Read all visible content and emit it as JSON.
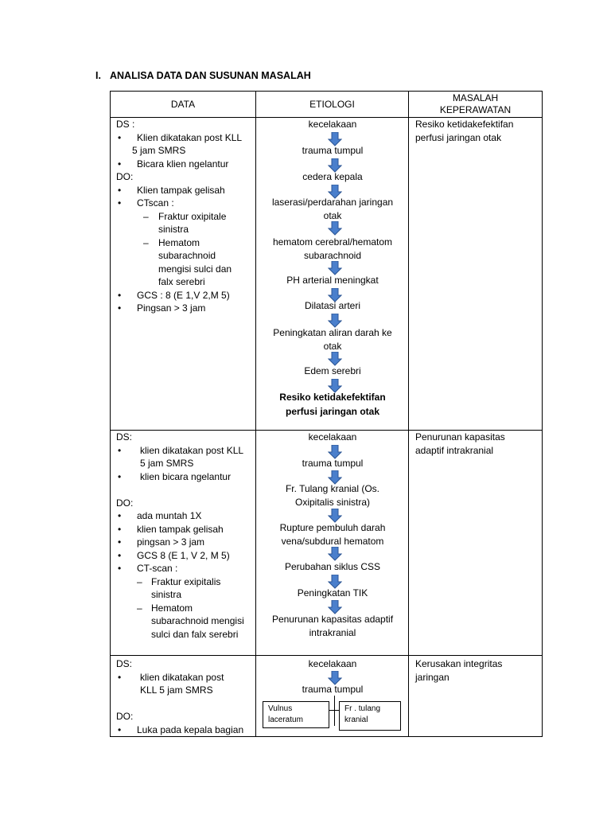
{
  "heading": {
    "number": "I.",
    "title": "ANALISA DATA DAN SUSUNAN MASALAH"
  },
  "table": {
    "headers": {
      "data": "DATA",
      "etiologi": "ETIOLOGI",
      "masalah_1": "MASALAH",
      "masalah_2": "KEPERAWATAN"
    },
    "rows": [
      {
        "data": {
          "ds": "DS :",
          "ds_items": [
            "Klien dikatakan post KLL",
            "5  jam SMRS",
            "Bicara klien ngelantur"
          ],
          "do": "DO:",
          "do_items": [
            "Klien tampak gelisah",
            "CTscan :"
          ],
          "ct_items": [
            "Fraktur oxipitale",
            "sinistra",
            "Hematom",
            "subarachnoid",
            "mengisi sulci dan",
            "falx serebri"
          ],
          "do_items2": [
            "GCS : 8 (E 1,V 2,M 5)",
            "Pingsan  > 3 jam"
          ]
        },
        "etiologi": [
          "kecelakaan",
          "trauma tumpul",
          "cedera kepala",
          "laserasi/perdarahan jaringan",
          "otak",
          "hematom cerebral/hematom",
          "subarachnoid",
          "PH arterial meningkat",
          "Dilatasi arteri",
          "Peningkatan aliran darah ke",
          "otak",
          "Edem serebri",
          "Resiko ketidakefektifan",
          "perfusi jaringan otak"
        ],
        "masalah": [
          "Resiko ketidakefektifan",
          "perfusi jaringan otak"
        ]
      },
      {
        "data": {
          "ds": "DS:",
          "ds_items": [
            "klien dikatakan post KLL",
            "5 jam SMRS",
            "klien bicara ngelantur"
          ],
          "do": "DO:",
          "do_items": [
            "ada muntah 1X",
            "klien tampak gelisah",
            "pingsan > 3 jam",
            "GCS 8 (E 1, V 2, M 5)",
            "CT-scan :"
          ],
          "ct_items": [
            "Fraktur exipitalis",
            "sinistra",
            "Hematom",
            "subarachnoid mengisi",
            "sulci dan falx serebri"
          ]
        },
        "etiologi": [
          "kecelakaan",
          "trauma tumpul",
          "Fr. Tulang kranial (Os.",
          "Oxipitalis sinistra)",
          "Rupture pembuluh darah",
          "vena/subdural hematom",
          "Perubahan siklus CSS",
          "Peningkatan TIK",
          "Penurunan kapasitas adaptif",
          "intrakranial"
        ],
        "masalah": [
          "Penurunan kapasitas",
          "adaptif intrakranial"
        ]
      },
      {
        "data": {
          "ds": "DS:",
          "ds_items": [
            "klien dikatakan post",
            "KLL 5 jam SMRS"
          ],
          "do": "DO:",
          "do_items": [
            "Luka pada kepala bagian"
          ]
        },
        "etiologi": [
          "kecelakaan",
          "trauma tumpul"
        ],
        "boxes": [
          [
            "Vulnus",
            "laceratum"
          ],
          [
            "Fr . tulang",
            "kranial"
          ]
        ],
        "masalah": [
          "Kerusakan integritas",
          "jaringan"
        ]
      }
    ]
  }
}
